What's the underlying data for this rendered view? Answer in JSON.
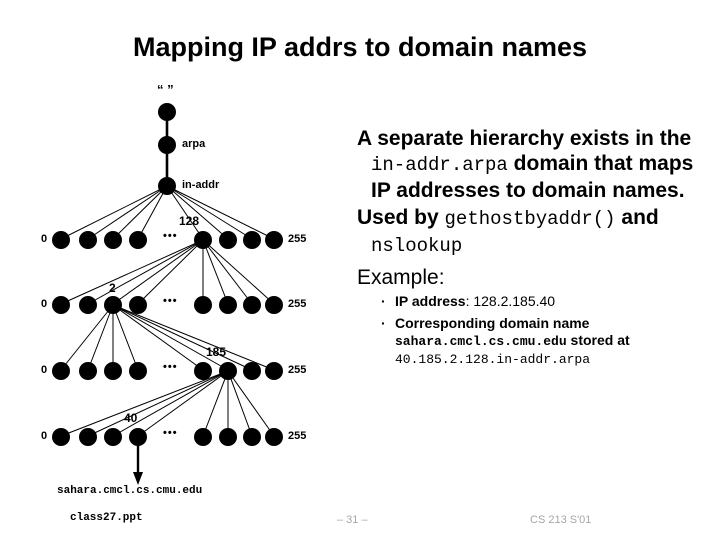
{
  "slide": {
    "title": "Mapping IP addrs to domain names",
    "page_marker": "– 31 –",
    "course": "CS 213 S'01",
    "source_file": "class27.ppt",
    "leaf_host": "sahara.cmcl.cs.cmu.edu"
  },
  "tree": {
    "root_label": "“ ”",
    "arpa_label": "arpa",
    "inaddr_label": "in-addr",
    "range_min": "0",
    "range_max": "255",
    "ellipsis": "•••",
    "levels": [
      {
        "name": "octet-1",
        "highlight": "128",
        "highlight_index": 4
      },
      {
        "name": "octet-2",
        "highlight": "2",
        "highlight_index": 2
      },
      {
        "name": "octet-3",
        "highlight": "185",
        "highlight_index": 5
      },
      {
        "name": "octet-4",
        "highlight": "40",
        "highlight_index": 3
      }
    ]
  },
  "body": {
    "para1_a": "A separate hierarchy exists in the ",
    "para1_mono": "in-addr.arpa",
    "para1_b": " domain that maps IP addresses to domain names.",
    "para2_a": "Used by ",
    "para2_mono1": "gethostbyaddr()",
    "para2_b": " and ",
    "para2_mono2": "nslookup",
    "example_heading": "Example:",
    "bullet_char": "·",
    "bullet1_label": "IP address",
    "bullet1_sep": ": ",
    "bullet1_value": "128.2.185.40",
    "bullet2_label": "Corresponding domain name ",
    "bullet2_host": "sahara.cmcl.cs.cmu.edu",
    "bullet2_mid": " stored at ",
    "bullet2_rev": "40.185.2.128.in-addr.arpa"
  },
  "colors": {
    "ink": "#000000",
    "background": "#ffffff",
    "footer_gray": "#a6a6a6"
  }
}
